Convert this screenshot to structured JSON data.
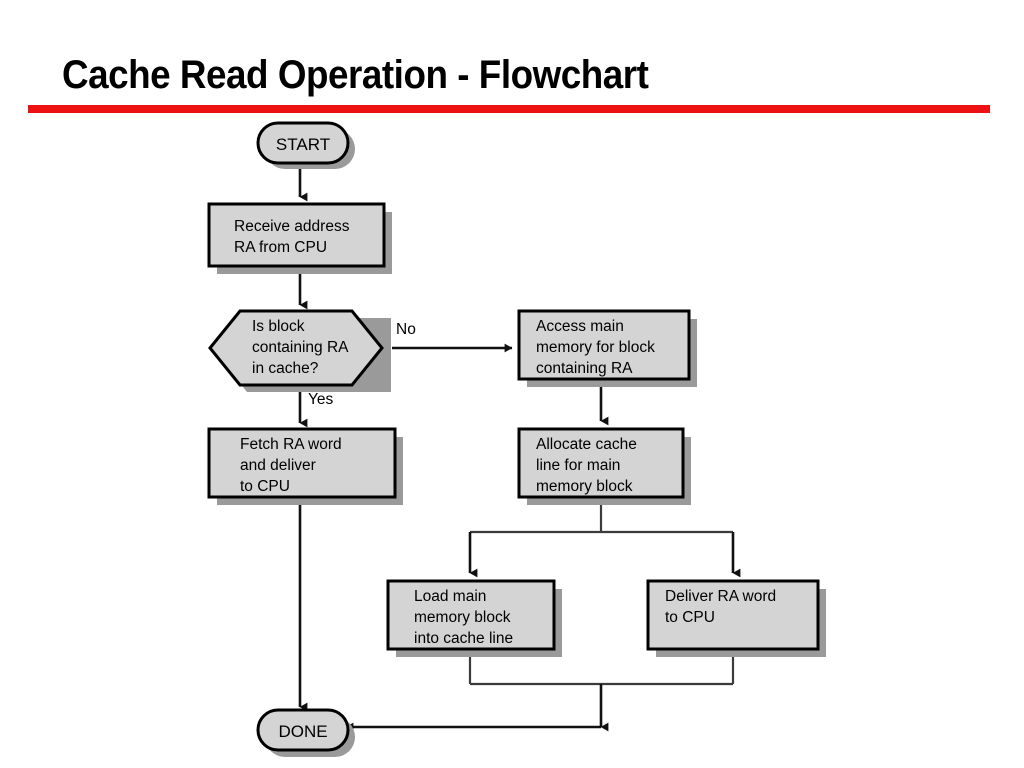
{
  "slide": {
    "title": "Cache Read Operation - Flowchart",
    "accent_color": "#ee1111",
    "node_fill": "#d4d4d4",
    "node_stroke": "#000000",
    "shadow_color": "#9a9a9a",
    "background": "#ffffff"
  },
  "flowchart": {
    "type": "flowchart",
    "nodes": [
      {
        "id": "start",
        "shape": "terminator",
        "lines": [
          "START"
        ]
      },
      {
        "id": "receive-address",
        "shape": "process",
        "lines": [
          "Receive address",
          "RA from CPU"
        ]
      },
      {
        "id": "block-in-cache",
        "shape": "decision-hexagon",
        "lines": [
          "Is block",
          "containing RA",
          "in cache?"
        ]
      },
      {
        "id": "access-main-memory",
        "shape": "process",
        "lines": [
          "Access main",
          "memory for block",
          "containing RA"
        ]
      },
      {
        "id": "fetch-ra-word",
        "shape": "process",
        "lines": [
          "Fetch RA word",
          "and deliver",
          "to CPU"
        ]
      },
      {
        "id": "allocate-cache-line",
        "shape": "process",
        "lines": [
          "Allocate cache",
          "line for main",
          "memory block"
        ]
      },
      {
        "id": "load-main-memory-block",
        "shape": "process",
        "lines": [
          "Load main",
          "memory block",
          "into cache line"
        ]
      },
      {
        "id": "deliver-ra-word",
        "shape": "process",
        "lines": [
          "Deliver RA word",
          "to CPU"
        ]
      },
      {
        "id": "done",
        "shape": "terminator",
        "lines": [
          "DONE"
        ]
      }
    ],
    "edge_labels": {
      "no": "No",
      "yes": "Yes"
    },
    "edges": [
      {
        "from": "start",
        "to": "receive-address",
        "label": ""
      },
      {
        "from": "receive-address",
        "to": "block-in-cache",
        "label": ""
      },
      {
        "from": "block-in-cache",
        "to": "access-main-memory",
        "label": "No"
      },
      {
        "from": "block-in-cache",
        "to": "fetch-ra-word",
        "label": "Yes"
      },
      {
        "from": "access-main-memory",
        "to": "allocate-cache-line",
        "label": ""
      },
      {
        "from": "allocate-cache-line",
        "to": "load-main-memory-block",
        "label": ""
      },
      {
        "from": "allocate-cache-line",
        "to": "deliver-ra-word",
        "label": ""
      },
      {
        "from": "fetch-ra-word",
        "to": "done",
        "label": ""
      },
      {
        "from": "load-main-memory-block",
        "to": "done",
        "label": ""
      },
      {
        "from": "deliver-ra-word",
        "to": "done",
        "label": ""
      }
    ]
  }
}
